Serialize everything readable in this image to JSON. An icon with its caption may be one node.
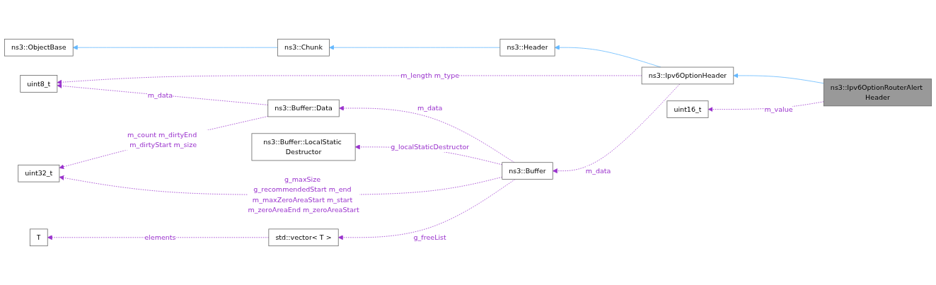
{
  "diagram": {
    "nodes": [
      {
        "text": [
          "ns3::ObjectBase"
        ]
      },
      {
        "text": [
          "ns3::Chunk"
        ]
      },
      {
        "text": [
          "ns3::Header"
        ]
      },
      {
        "text": [
          "uint8_t"
        ]
      },
      {
        "text": [
          "ns3::Ipv6OptionHeader"
        ]
      },
      {
        "text": [
          "ns3::Ipv6OptionRouterAlert Header"
        ]
      },
      {
        "text": [
          "ns3::Buffer::Data"
        ]
      },
      {
        "text": [
          "uint16_t"
        ]
      },
      {
        "text": [
          "uint32_t"
        ]
      },
      {
        "text": [
          "ns3::Buffer"
        ]
      },
      {
        "text": [
          "T"
        ]
      },
      {
        "text": [
          "std::vector< T >"
        ]
      },
      {
        "text": [
          "ns3::Buffer::LocalStatic Destructor"
        ]
      }
    ],
    "edges": [
      {
        "from": 1,
        "to": 0,
        "arrow": "to",
        "color": "#63b8ff"
      },
      {
        "from": 2,
        "to": 1,
        "arrow": "to",
        "color": "#63b8ff"
      },
      {
        "from": 4,
        "to": 2,
        "arrow": "to",
        "color": "#63b8ff"
      },
      {
        "from": 5,
        "to": 4,
        "arrow": "to",
        "color": "#63b8ff"
      },
      {
        "from": 4,
        "to": 3,
        "arrow": "to",
        "label": "m_length m_type",
        "style": "dashed"
      },
      {
        "from": 6,
        "to": 3,
        "arrow": "to",
        "label": "m_data",
        "style": "dashed"
      },
      {
        "from": 5,
        "to": 7,
        "arrow": "to",
        "label": "m_value",
        "style": "dashed"
      },
      {
        "from": 4,
        "to": 9,
        "arrow": "to",
        "label": "m_data",
        "style": "dashed"
      },
      {
        "from": 9,
        "to": 6,
        "arrow": "to",
        "label": "m_data",
        "style": "dashed"
      },
      {
        "from": 6,
        "to": 8,
        "arrow": "to",
        "label": "m_count m_dirtyEnd m_dirtyStart m_size",
        "style": "dashed"
      },
      {
        "from": 9,
        "to": 8,
        "arrow": "to",
        "label": "g_maxSize g_recommendedStart m_end m_maxZeroAreaStart m_start m_zeroAreaEnd m_zeroAreaStart",
        "style": "dashed"
      },
      {
        "from": 9,
        "to": 11,
        "arrow": "to",
        "label": "g_freeList",
        "style": "dashed"
      },
      {
        "from": 11,
        "to": 10,
        "arrow": "to",
        "label": "elements",
        "style": "dashed"
      },
      {
        "from": 9,
        "to": 12,
        "arrow": "to",
        "label": "g_localStaticDestructor",
        "style": "dashed"
      }
    ]
  }
}
